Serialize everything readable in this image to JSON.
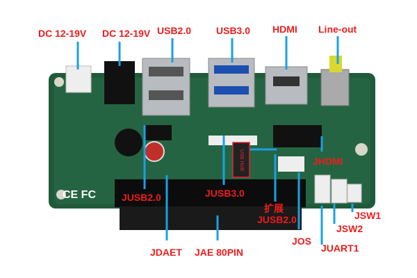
{
  "label_color": "#ee1c1c",
  "line_color": "#1aa0e6",
  "top_labels": {
    "dc1": "DC 12-19V",
    "dc2": "DC 12-19V",
    "usb2": "USB2.0",
    "usb3": "USB3.0",
    "hdmi": "HDMI",
    "lineout": "Line-out"
  },
  "board_labels": {
    "jhdmi": "JHDMI",
    "jusb20": "JUSB2.0",
    "jusb30": "JUSB3.0",
    "ext_cn": "扩展",
    "ext_jusb20": "JUSB2.0",
    "jos": "JOS",
    "jdaet": "JDAET",
    "jae": "JAE 80PIN",
    "juart1": "JUART1",
    "jsw2": "JSW2",
    "jsw1": "JSW1",
    "usb_hub": "USB HUB"
  }
}
